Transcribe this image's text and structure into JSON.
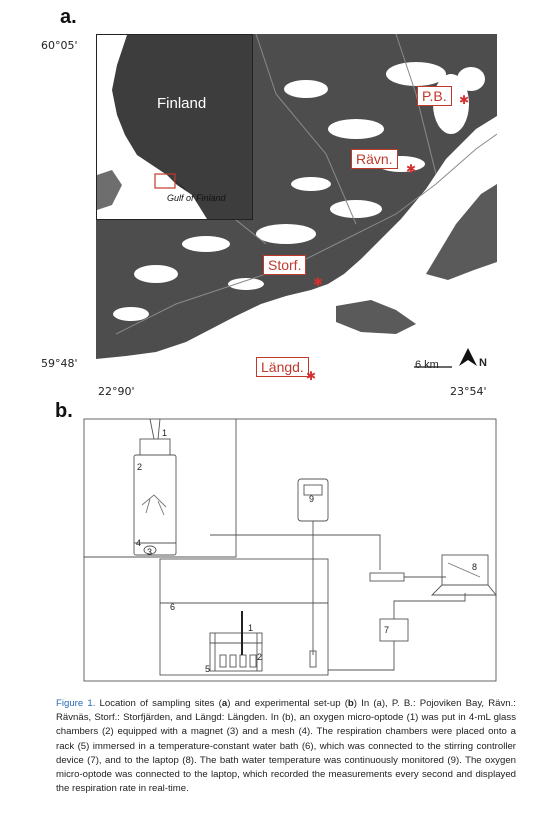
{
  "panel_a": {
    "label": "a.",
    "lat_top": "60°05'",
    "lat_bottom": "59°48'",
    "lon_left": "22°90'",
    "lon_right": "23°54'",
    "inset_title": "Finland",
    "inset_subtitle": "Gulf of Finland",
    "sites": [
      "P.B.",
      "Rävn.",
      "Storf.",
      "Längd."
    ],
    "scale_label": "6 km",
    "north_label": "N",
    "colors": {
      "land": "#4d4d4d",
      "site": "#c0392b",
      "water": "#ffffff"
    }
  },
  "panel_b": {
    "label": "b.",
    "numbers": [
      "1",
      "2",
      "4",
      "3",
      "9",
      "8",
      "6",
      "1",
      "2",
      "5",
      "7"
    ]
  },
  "caption": {
    "fig_label": "Figure 1.",
    "p1": " Location of sampling sites (",
    "a1": "a",
    "p2": ") and experimental set-up (",
    "b1": "b",
    "p3": ") In (a), P. B.: Pojoviken Bay, Rävn.: Rävnäs, Storf.: Storfjärden, and Längd: Längden. In (b), an oxygen micro-optode (1) was put in 4-mL glass chambers (2) equipped with a magnet (3) and a mesh (4). The respiration chambers were placed onto a rack (5) immersed in a temperature-constant water bath (6), which was connected to the stirring controller device (7), and to the laptop (8). The bath water temperature was continuously monitored (9). The oxygen micro-optode was connected to the laptop, which recorded the measurements every second and displayed the respiration rate in real-time."
  }
}
